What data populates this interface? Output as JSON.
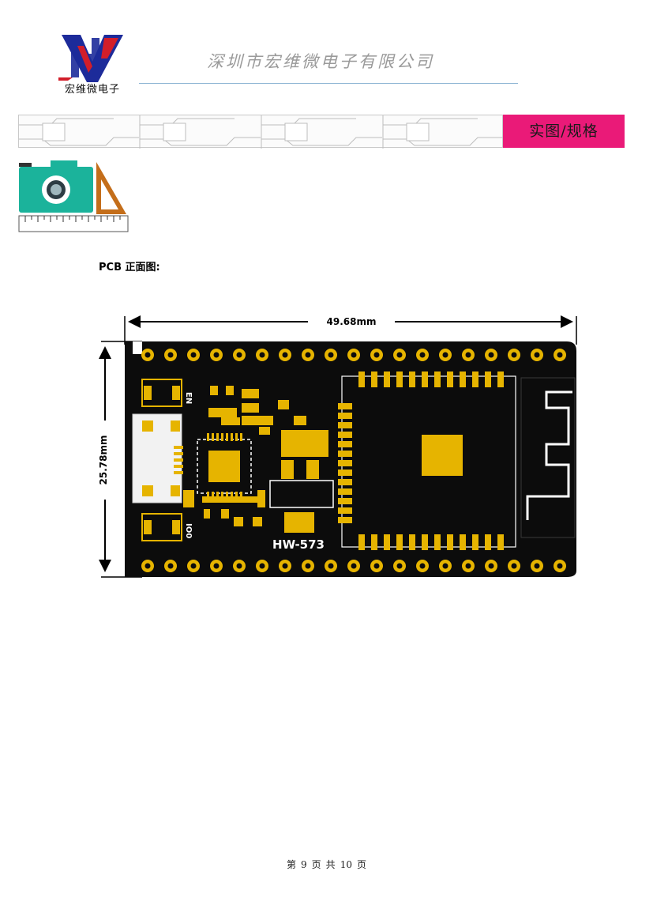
{
  "header": {
    "logo_caption": "宏维微电子",
    "company_name": "深圳市宏维微电子有限公司"
  },
  "banner": {
    "tab_label": "实图/规格"
  },
  "section": {
    "label": "PCB 正面图:"
  },
  "figure": {
    "width_dimension": "49.68mm",
    "height_dimension": "25.78mm",
    "board_model": "HW-573",
    "silkscreen_en": "EN",
    "silkscreen_io0": "IO0"
  },
  "footer": {
    "prefix": "第",
    "page": "9",
    "page_unit": "页",
    "total_prefix": "共",
    "total": "10",
    "total_unit": "页"
  },
  "colors": {
    "banner_tab": "#ea1a78",
    "pcb_black": "#0c0c0c",
    "pad_gold": "#e6b400",
    "camera_teal": "#1bb39b"
  }
}
